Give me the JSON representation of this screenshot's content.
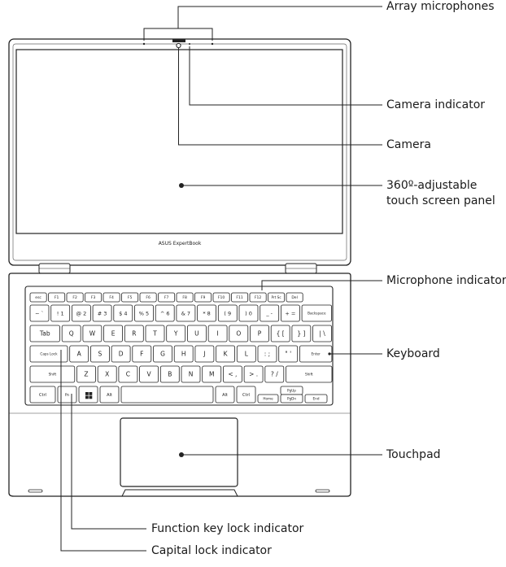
{
  "brand_label": "ASUS ExpertBook",
  "labels": {
    "array_microphones": "Array microphones",
    "camera_indicator": "Camera indicator",
    "camera": "Camera",
    "touch_panel_line1": "360º-adjustable",
    "touch_panel_line2": "touch screen panel",
    "microphone_indicator": "Microphone indicator",
    "keyboard": "Keyboard",
    "touchpad": "Touchpad",
    "function_key_lock_indicator": "Function key lock indicator",
    "capital_lock_indicator": "Capital lock indicator"
  },
  "keys": {
    "row_num": [
      "~ `",
      "! 1",
      "@ 2",
      "# 3",
      "$ 4",
      "% 5",
      "^ 6",
      "& 7",
      "* 8",
      "( 9",
      ") 0",
      "_ -",
      "+ =",
      "Backspace"
    ],
    "row_q": [
      "Tab",
      "Q",
      "W",
      "E",
      "R",
      "T",
      "Y",
      "U",
      "I",
      "O",
      "P",
      "{ [",
      "} ]",
      "| \\"
    ],
    "row_a": [
      "Caps Lock",
      "A",
      "S",
      "D",
      "F",
      "G",
      "H",
      "J",
      "K",
      "L",
      ": ;",
      "\" '",
      "Enter"
    ],
    "row_z": [
      "Shift",
      "Z",
      "X",
      "C",
      "V",
      "B",
      "N",
      "M",
      "< ,",
      "> .",
      "? /",
      "Shift"
    ],
    "row_bottom": [
      "Ctrl",
      "fn",
      "win",
      "Alt",
      "",
      "Alt",
      "Ctrl",
      "Home",
      "PgUp",
      "PgDn",
      "End"
    ],
    "fn_row": [
      "esc",
      "F1",
      "F2",
      "F3",
      "F4",
      "F5",
      "F6",
      "F7",
      "F8",
      "F9",
      "F10",
      "F11",
      "F12",
      "Prt Sc",
      "Del"
    ]
  }
}
